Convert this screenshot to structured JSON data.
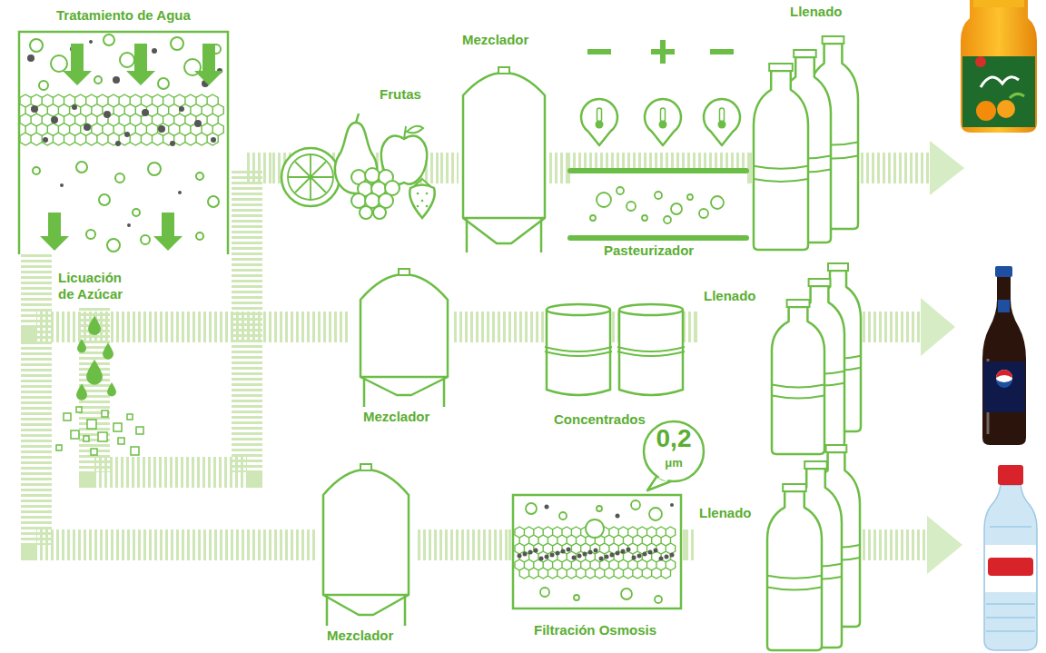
{
  "diagram": {
    "nodes": [
      {
        "text": [
          "Tratamiento de Agua"
        ]
      },
      {
        "text": [
          "Licuación de Azúcar"
        ]
      },
      {
        "text": [
          "Frutas"
        ]
      },
      {
        "text": [
          "Mezclador"
        ]
      },
      {
        "text": [
          "Pasteurizador"
        ]
      },
      {
        "text": [
          "Llenado"
        ]
      },
      {
        "text": [
          "Mezclador"
        ]
      },
      {
        "text": [
          "Concentrados"
        ]
      },
      {
        "text": [
          "Llenado"
        ]
      },
      {
        "text": [
          "Mezclador"
        ]
      },
      {
        "text": [
          "Filtración Osmosis"
        ]
      },
      {
        "text": [
          "0,2",
          "μm"
        ]
      },
      {
        "text": [
          "Llenado"
        ]
      }
    ],
    "edges": [
      {
        "from": 0,
        "to": 6,
        "arrow": "none"
      },
      {
        "from": 0,
        "to": 9,
        "arrow": "none"
      },
      {
        "from": 1,
        "to": 2,
        "arrow": "none"
      },
      {
        "from": 2,
        "to": 3,
        "arrow": "none"
      },
      {
        "from": 3,
        "to": 4,
        "arrow": "none"
      },
      {
        "from": 4,
        "to": 5,
        "arrow": "none"
      },
      {
        "from": 6,
        "to": 7,
        "arrow": "none"
      },
      {
        "from": 7,
        "to": 8,
        "arrow": "none"
      },
      {
        "from": 9,
        "to": 10,
        "arrow": "none"
      },
      {
        "from": 10,
        "to": 12,
        "arrow": "none"
      }
    ]
  }
}
